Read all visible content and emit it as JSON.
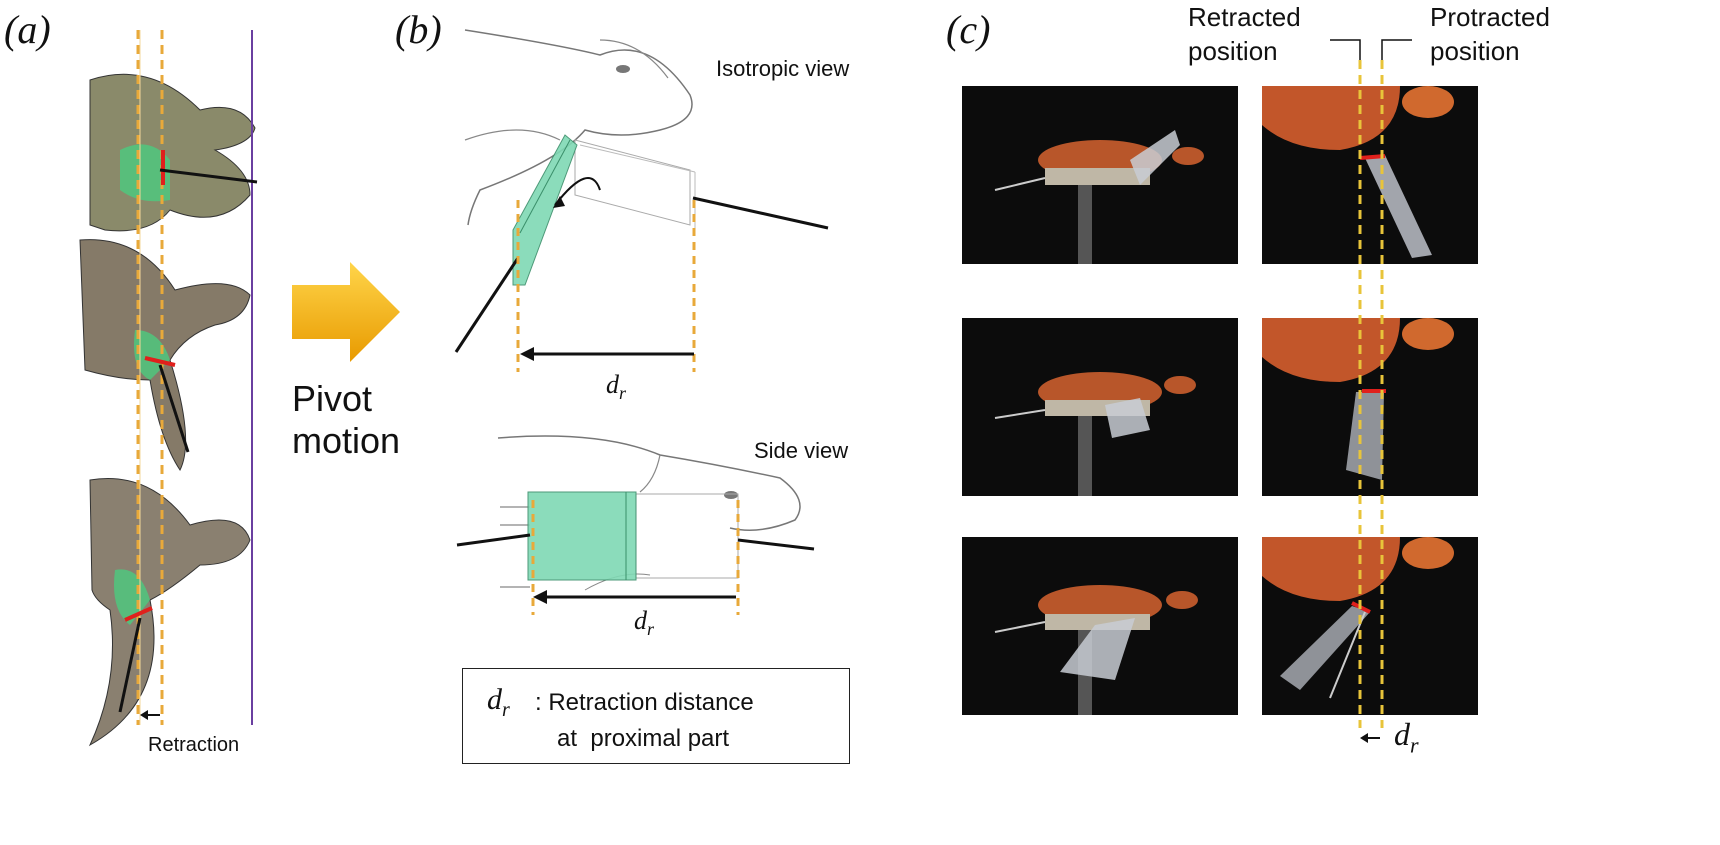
{
  "panel_a": {
    "label": "(a)",
    "retraction_label": "Retraction"
  },
  "arrow": {
    "label_line1": "Pivot",
    "label_line2": "motion",
    "color": "#f2b400"
  },
  "panel_b": {
    "label": "(b)",
    "isotropic_title": "Isotropic view",
    "side_title": "Side view",
    "dr_symbol": "d",
    "dr_subscript": "r",
    "legend": {
      "symbol": "d",
      "subscript": "r",
      "line1": ": Retraction distance",
      "line2": "at  proximal part"
    },
    "flipper_color": "#7fd9b4"
  },
  "panel_c": {
    "label": "(c)",
    "retracted_line1": "Retracted",
    "retracted_line2": "position",
    "protracted_line1": "Protracted",
    "protracted_line2": "position",
    "dr_symbol": "d",
    "dr_subscript": "r"
  },
  "colors": {
    "guide_dashed": "#e8a93a",
    "reference_line": "#6a3fa0",
    "proximal_marker": "#e0201c",
    "flipper_green": "#5fc98f"
  }
}
